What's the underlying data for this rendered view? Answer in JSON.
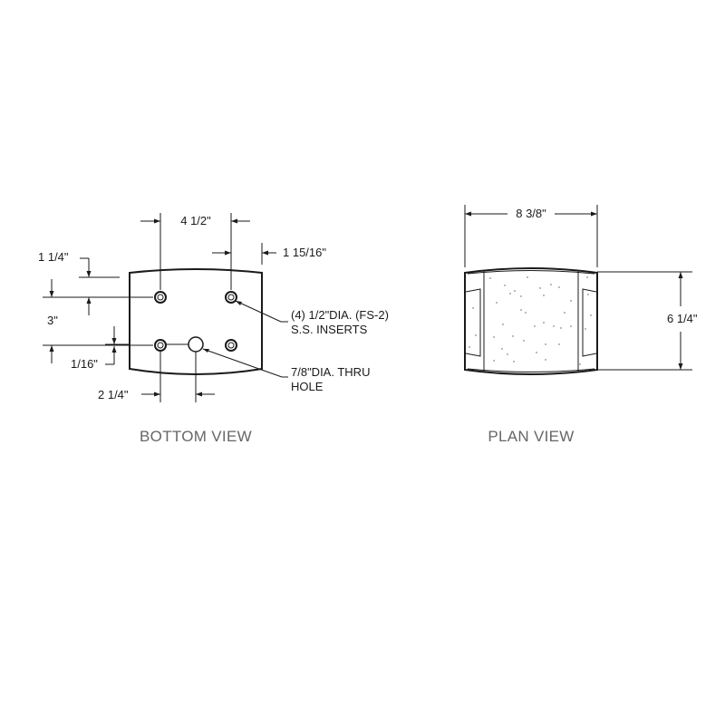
{
  "bottom_view": {
    "label": "BOTTOM VIEW",
    "dimensions": {
      "insert_spacing_horizontal": "4 1/2\"",
      "edge_to_insert_top": "1 1/4\"",
      "insert_spacing_vertical": "3\"",
      "offset_small": "1/16\"",
      "edge_to_insert_right": "1 15/16\"",
      "hole_offset": "2 1/4\""
    },
    "callouts": {
      "inserts_line1": "(4) 1/2\"DIA. (FS-2)",
      "inserts_line2": "S.S. INSERTS",
      "hole_line1": "7/8\"DIA. THRU",
      "hole_line2": "HOLE"
    }
  },
  "plan_view": {
    "label": "PLAN VIEW",
    "dimensions": {
      "width": "8 3/8\"",
      "depth": "6 1/4\""
    }
  },
  "colors": {
    "line": "#1a1a1a",
    "label": "#666666",
    "background": "#ffffff"
  }
}
